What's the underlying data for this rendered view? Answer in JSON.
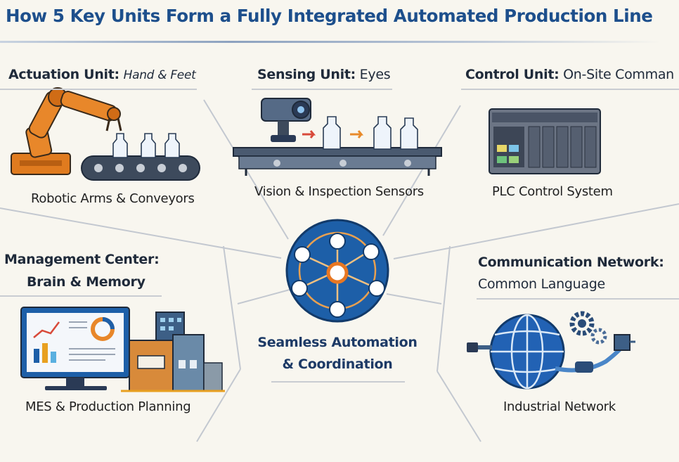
{
  "title": "How 5 Key Units Form a Fully Integrated Automated Production Line",
  "units": {
    "actuation": {
      "name": "Actuation Unit:",
      "subtitle": "Hand & Feet",
      "caption": "Robotic Arms & Conveyors"
    },
    "sensing": {
      "name": "Sensing Unit:",
      "subtitle": "Eyes",
      "caption": "Vision & Inspection Sensors"
    },
    "control": {
      "name": "Control Unit:",
      "subtitle": "On-Site Comman",
      "caption": "PLC Control System"
    },
    "management": {
      "name_line1": "Management Center:",
      "name_line2": "Brain & Memory",
      "caption": "MES & Production Planning"
    },
    "communication": {
      "name_line1": "Communication Network:",
      "name_line2": "Common Language",
      "caption": "Industrial Network"
    }
  },
  "hub": {
    "line1": "Seamless Automation",
    "line2": "& Coordination"
  },
  "colors": {
    "title": "#1d4f8c",
    "hub_blue": "#1d5fa8",
    "accent_orange": "#e87722",
    "dark_navy": "#1d3a66"
  },
  "icons": [
    "robot-arm-icon",
    "conveyor-icon",
    "bottle-icon",
    "camera-icon",
    "plc-icon",
    "monitor-icon",
    "factory-icon",
    "globe-icon",
    "gear-icon",
    "connector-icon",
    "hub-network-icon"
  ]
}
